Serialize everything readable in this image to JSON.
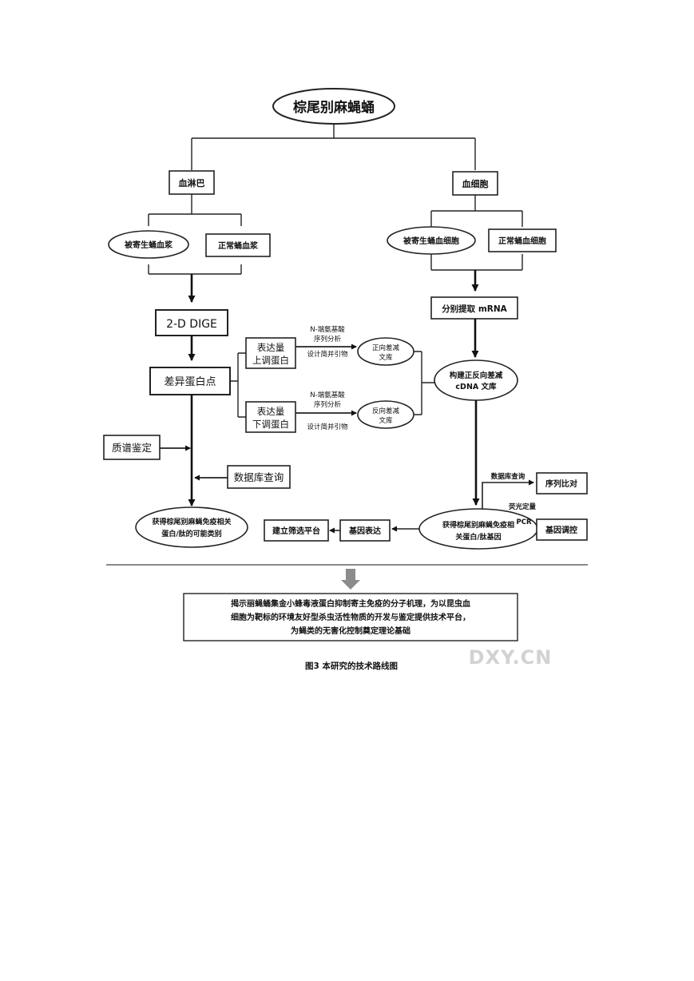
{
  "diagram": {
    "title": "棕尾别麻蝇蛹",
    "hemolymph": "血淋巴",
    "hemocyte": "血细胞",
    "parasitized_plasma": "被寄生蛹血浆",
    "normal_plasma": "正常蛹血浆",
    "parasitized_cells": "被寄生蛹血细胞",
    "normal_cells": "正常蛹血细胞",
    "dige": "2-D DIGE",
    "extract_mrna": "分别提取 mRNA",
    "diff_spots": "差异蛋白点",
    "up_reg_1": "表达量",
    "up_reg_2": "上调蛋白",
    "down_reg_1": "表达量",
    "down_reg_2": "下调蛋白",
    "n_seq_1": "N-端氨基酸",
    "n_seq_2": "序列分析",
    "design_primer": "设计简并引物",
    "fwd_lib_1": "正向差减",
    "fwd_lib_2": "文库",
    "rev_lib_1": "反向差减",
    "rev_lib_2": "文库",
    "build_lib_1": "构建正反向差减",
    "build_lib_2": "cDNA 文库",
    "mass_spec": "质谱鉴定",
    "db_query": "数据库查询",
    "db_query_small": "数据库查询",
    "seq_align": "序列比对",
    "qpcr_1": "荧光定量",
    "qpcr_2": "PCR",
    "gene_reg": "基因调控",
    "protein_types_1": "获得棕尾别麻蝇免疫相关",
    "protein_types_2": "蛋白/肽的可能类别",
    "genes_1": "获得棕尾别麻蝇免疫相",
    "genes_2": "关蛋白/肽基因",
    "gene_expr": "基因表达",
    "screen_platform": "建立筛选平台",
    "conclusion_1": "揭示丽蝇蛹集金小蜂毒液蛋白抑制寄主免疫的分子机理，为以昆虫血",
    "conclusion_2": "细胞为靶标的环境友好型杀虫活性物质的开发与鉴定提供技术平台，",
    "conclusion_3": "为蝇类的无害化控制奠定理论基础",
    "watermark": "DXY.CN",
    "caption": "图3  本研究的技术路线图"
  },
  "colors": {
    "stroke": "#222222",
    "arrow_gray": "#8c8c8c",
    "watermark": "#d2d2d2"
  }
}
